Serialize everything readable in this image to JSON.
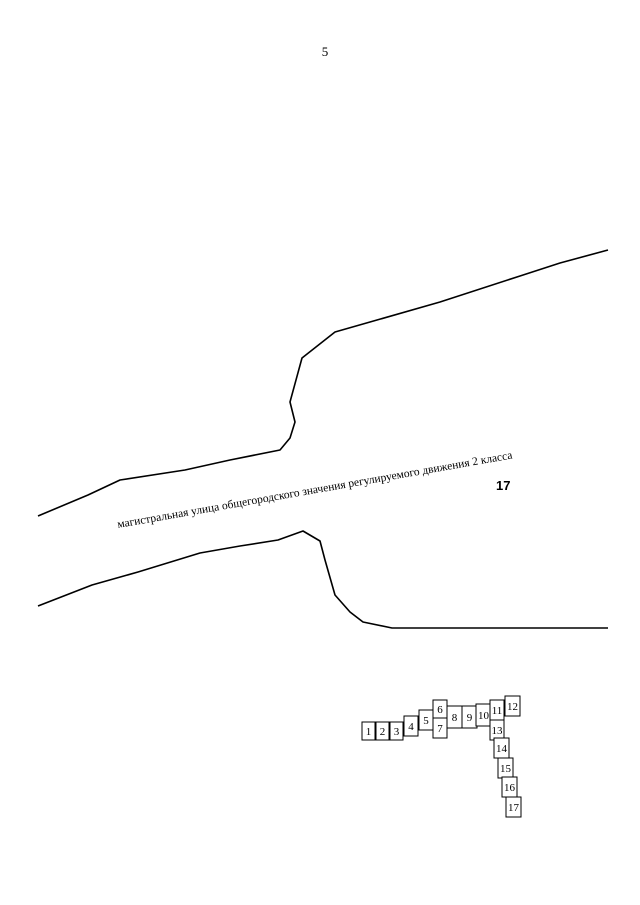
{
  "page": {
    "number": "5"
  },
  "map": {
    "street_label": "магистральная улица общегородского значения регулируемого движения 2 класса",
    "sheet_label": "17"
  },
  "key_map": {
    "cells": [
      "1",
      "2",
      "3",
      "4",
      "5",
      "6",
      "7",
      "8",
      "9",
      "10",
      "11",
      "12",
      "13",
      "14",
      "15",
      "16",
      "17"
    ],
    "current_sheet": "5"
  }
}
